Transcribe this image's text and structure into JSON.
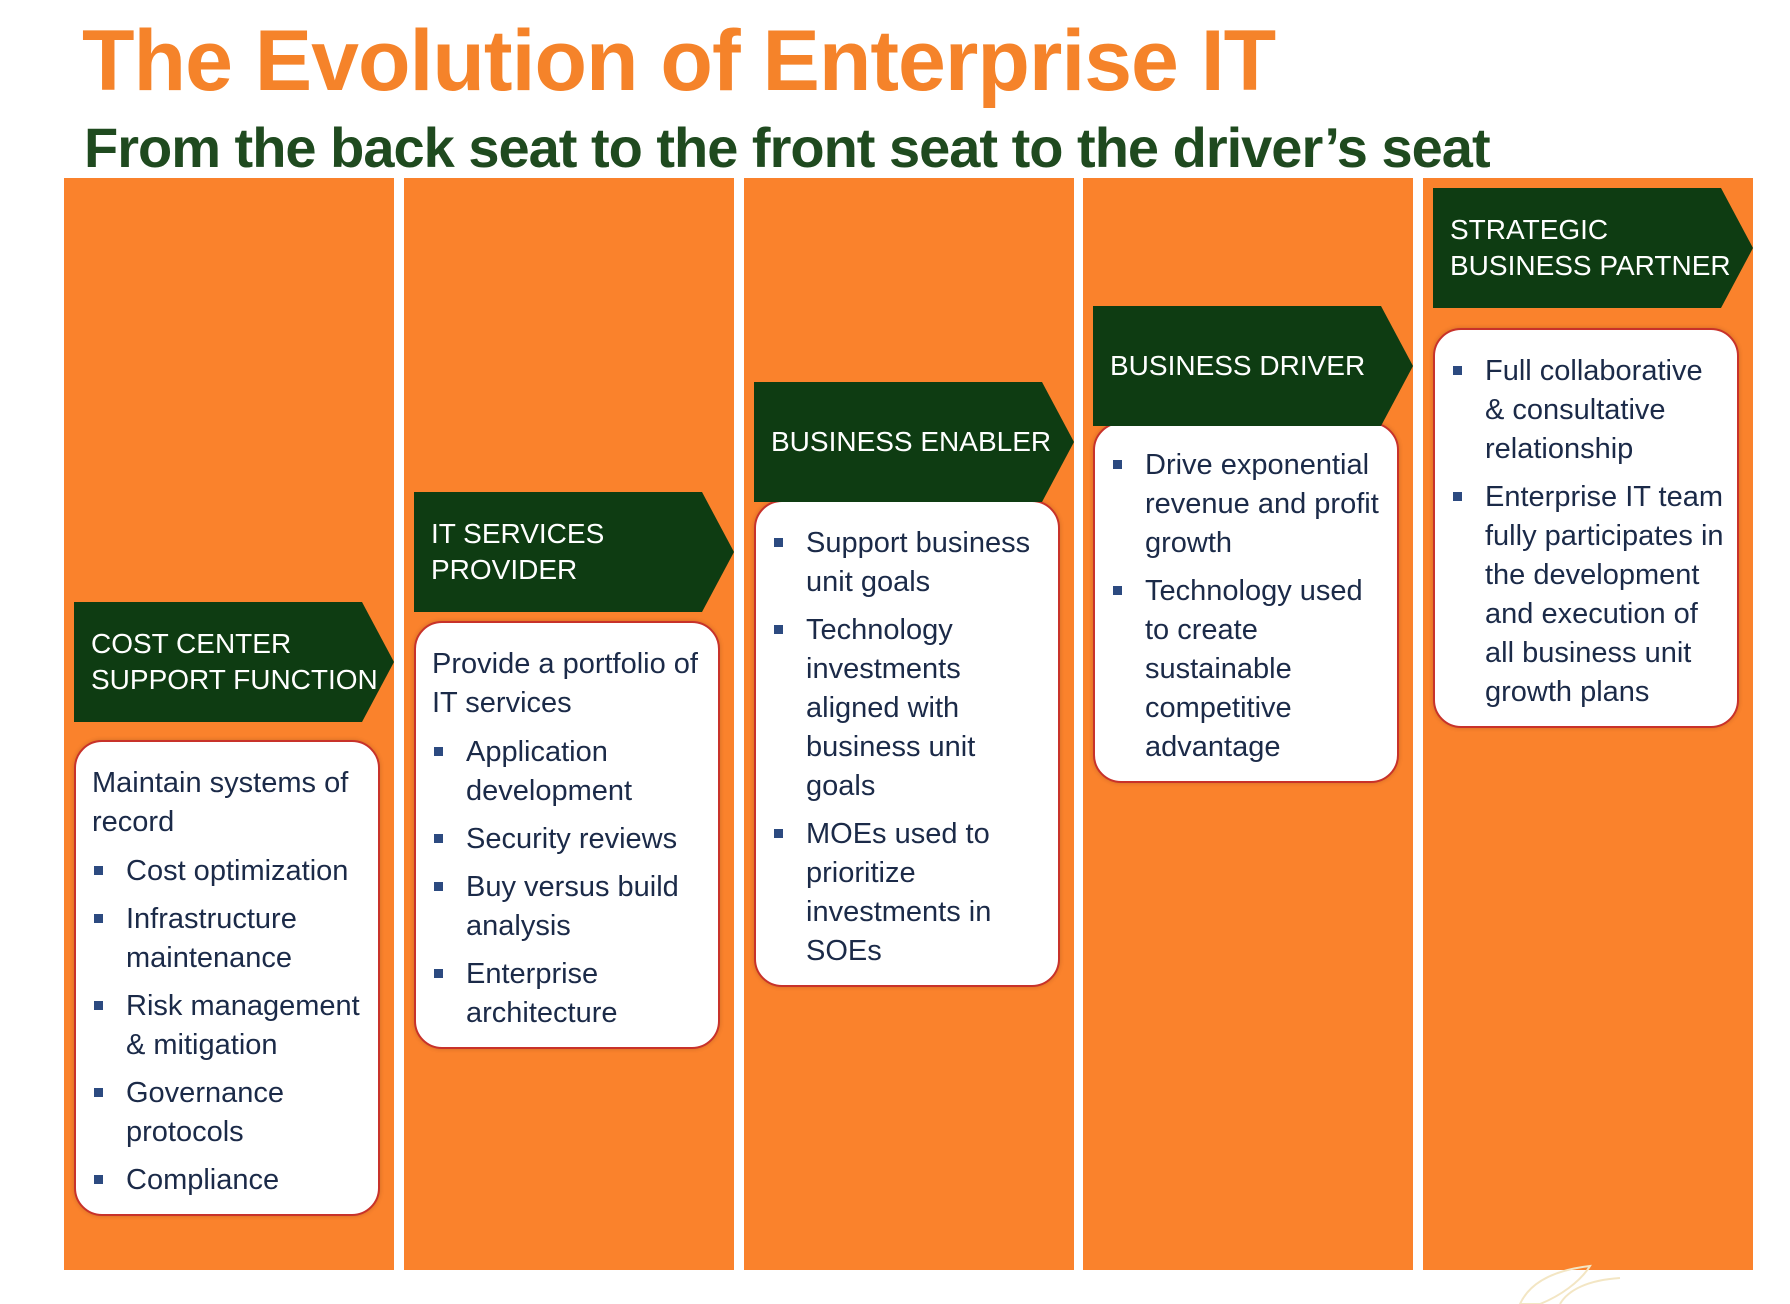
{
  "title": "The Evolution of Enterprise IT",
  "subtitle": "From the back seat to the front seat to the driver’s seat",
  "colors": {
    "title": "#f5832a",
    "subtitle": "#1f4a1f",
    "column": "#fa822c",
    "banner": "#0e3c12",
    "card_border": "#c8322a",
    "card_text": "#1b2a48",
    "bullet": "#2c4a80"
  },
  "stages": [
    {
      "label_lines": [
        "COST CENTER",
        "SUPPORT FUNCTION"
      ],
      "intro": "Maintain systems of record",
      "items": [
        "Cost optimization",
        "Infrastructure maintenance",
        "Risk management & mitigation",
        "Governance protocols",
        "Compliance"
      ]
    },
    {
      "label_lines": [
        "IT SERVICES",
        "PROVIDER"
      ],
      "intro": "Provide a portfolio of IT services",
      "items": [
        "Application development",
        "Security reviews",
        "Buy versus build analysis",
        "Enterprise architecture"
      ]
    },
    {
      "label_lines": [
        "BUSINESS ENABLER"
      ],
      "intro": "",
      "items": [
        "Support business unit goals",
        "Technology investments aligned with business unit goals",
        "MOEs used to prioritize investments in SOEs"
      ]
    },
    {
      "label_lines": [
        "BUSINESS DRIVER"
      ],
      "intro": "",
      "items": [
        "Drive exponential revenue and profit growth",
        "Technology used to create sustainable competitive advantage"
      ]
    },
    {
      "label_lines": [
        "STRATEGIC",
        "BUSINESS PARTNER"
      ],
      "intro": "",
      "items": [
        "Full collaborative & consultative relationship",
        "Enterprise IT team fully participates in the development and execution of all business unit growth plans"
      ]
    }
  ]
}
